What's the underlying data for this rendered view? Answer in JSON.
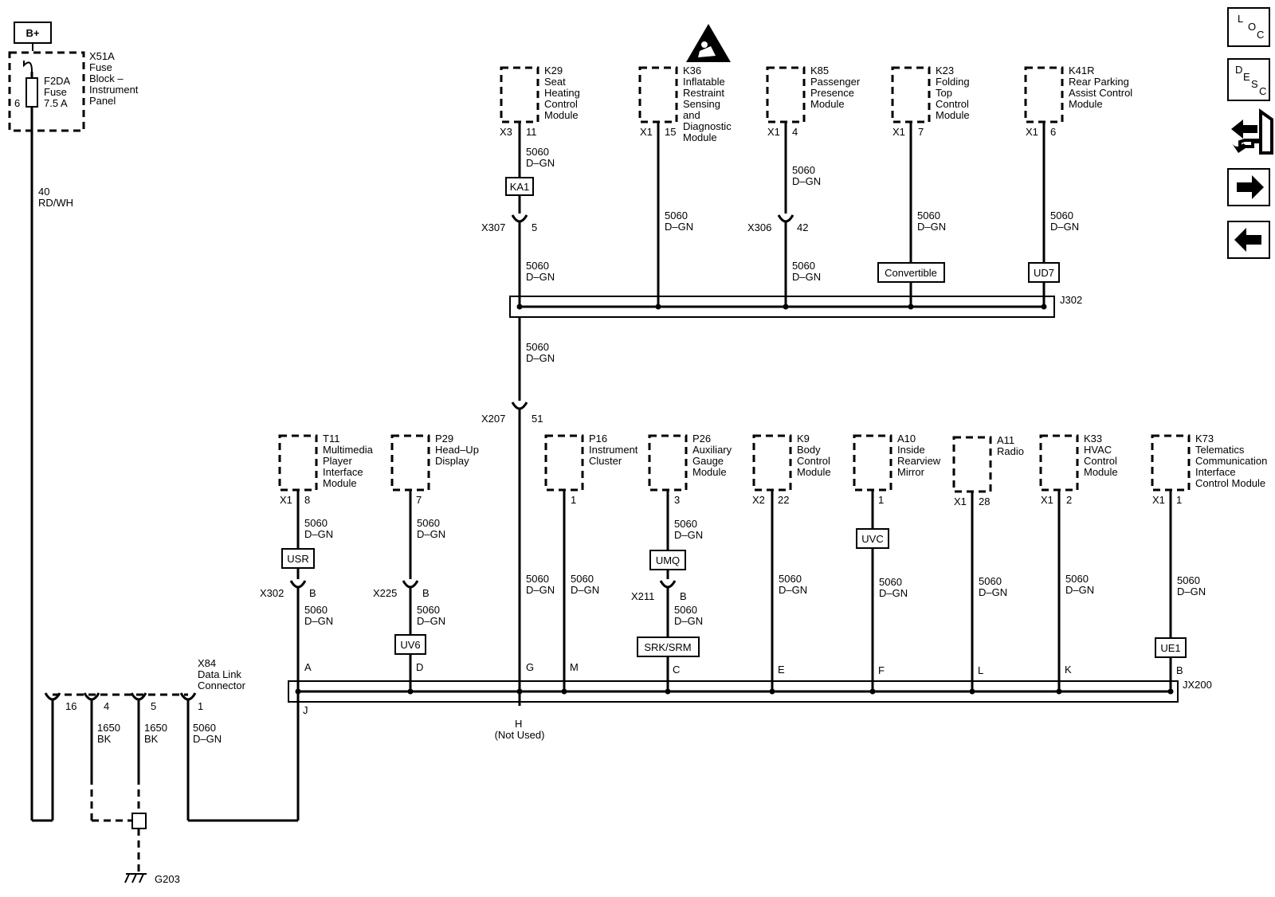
{
  "power": {
    "label": "B+"
  },
  "fuse_block": {
    "id": "X51A",
    "desc": [
      "Fuse",
      "Block –",
      "Instrument",
      "Panel"
    ],
    "fuse_id": "F2DA",
    "fuse_word": "Fuse",
    "rating": "7.5 A",
    "pin": "6"
  },
  "power_wire": {
    "circuit": "40",
    "color": "RD/WH"
  },
  "top_modules": [
    {
      "id": "K29",
      "desc": [
        "Seat",
        "Heating",
        "Control",
        "Module"
      ],
      "conn": "X3",
      "pin": "11"
    },
    {
      "id": "K36",
      "desc": [
        "Inflatable",
        "Restraint",
        "Sensing",
        "and",
        "Diagnostic",
        "Module"
      ],
      "conn": "X1",
      "pin": "15"
    },
    {
      "id": "K85",
      "desc": [
        "Passenger",
        "Presence",
        "Module"
      ],
      "conn": "X1",
      "pin": "4"
    },
    {
      "id": "K23",
      "desc": [
        "Folding",
        "Top",
        "Control",
        "Module"
      ],
      "conn": "X1",
      "pin": "7"
    },
    {
      "id": "K41R",
      "desc": [
        "Rear Parking",
        "Assist Control",
        "Module"
      ],
      "conn": "X1",
      "pin": "6"
    }
  ],
  "wire": {
    "circuit": "5060",
    "color": "D–GN"
  },
  "options": {
    "ka1": "KA1",
    "convertible": "Convertible",
    "ud7": "UD7",
    "usr": "USR",
    "uv6": "UV6",
    "umq": "UMQ",
    "srk": "SRK/SRM",
    "uvc": "UVC",
    "ue1": "UE1"
  },
  "inline": {
    "x307": {
      "id": "X307",
      "pin": "5"
    },
    "x306": {
      "id": "X306",
      "pin": "42"
    },
    "x207": {
      "id": "X207",
      "pin": "51"
    },
    "x302": {
      "id": "X302",
      "pin": "B"
    },
    "x225": {
      "id": "X225",
      "pin": "B"
    },
    "x211": {
      "id": "X211",
      "pin": "B"
    }
  },
  "splices": {
    "j302": "J302",
    "jx200": "JX200"
  },
  "bottom_modules": [
    {
      "id": "T11",
      "desc": [
        "Multimedia",
        "Player",
        "Interface",
        "Module"
      ],
      "conn": "X1",
      "pin": "8"
    },
    {
      "id": "P29",
      "desc": [
        "Head–Up",
        "Display"
      ],
      "conn": "",
      "pin": "7"
    },
    {
      "id": "P16",
      "desc": [
        "Instrument",
        "Cluster"
      ],
      "conn": "",
      "pin": "1"
    },
    {
      "id": "P26",
      "desc": [
        "Auxiliary",
        "Gauge",
        "Module"
      ],
      "conn": "",
      "pin": "3"
    },
    {
      "id": "K9",
      "desc": [
        "Body",
        "Control",
        "Module"
      ],
      "conn": "X2",
      "pin": "22"
    },
    {
      "id": "A10",
      "desc": [
        "Inside",
        "Rearview",
        "Mirror"
      ],
      "conn": "",
      "pin": "1"
    },
    {
      "id": "A11",
      "desc": [
        "Radio"
      ],
      "conn": "X1",
      "pin": "28"
    },
    {
      "id": "K33",
      "desc": [
        "HVAC",
        "Control",
        "Module"
      ],
      "conn": "X1",
      "pin": "2"
    },
    {
      "id": "K73",
      "desc": [
        "Telematics",
        "Communication",
        "Interface",
        "Control Module"
      ],
      "conn": "X1",
      "pin": "1"
    }
  ],
  "jx200_pins": {
    "a": "A",
    "d": "D",
    "g": "G",
    "m": "M",
    "c": "C",
    "e": "E",
    "f": "F",
    "l": "L",
    "k": "K",
    "b": "B",
    "j": "J",
    "h": "H",
    "not_used": "(Not Used)"
  },
  "dlc": {
    "id": "X84",
    "desc": [
      "Data Link",
      "Connector"
    ],
    "pins": [
      "16",
      "4",
      "5",
      "1"
    ],
    "gnd_circuit": "1650",
    "gnd_color": "BK"
  },
  "ground": {
    "id": "G203"
  },
  "nav": {
    "loc": [
      "L",
      "O",
      "C"
    ],
    "desc": [
      "D",
      "E",
      "S",
      "C"
    ]
  },
  "colors": {
    "line": "#000000",
    "background": "#ffffff"
  }
}
